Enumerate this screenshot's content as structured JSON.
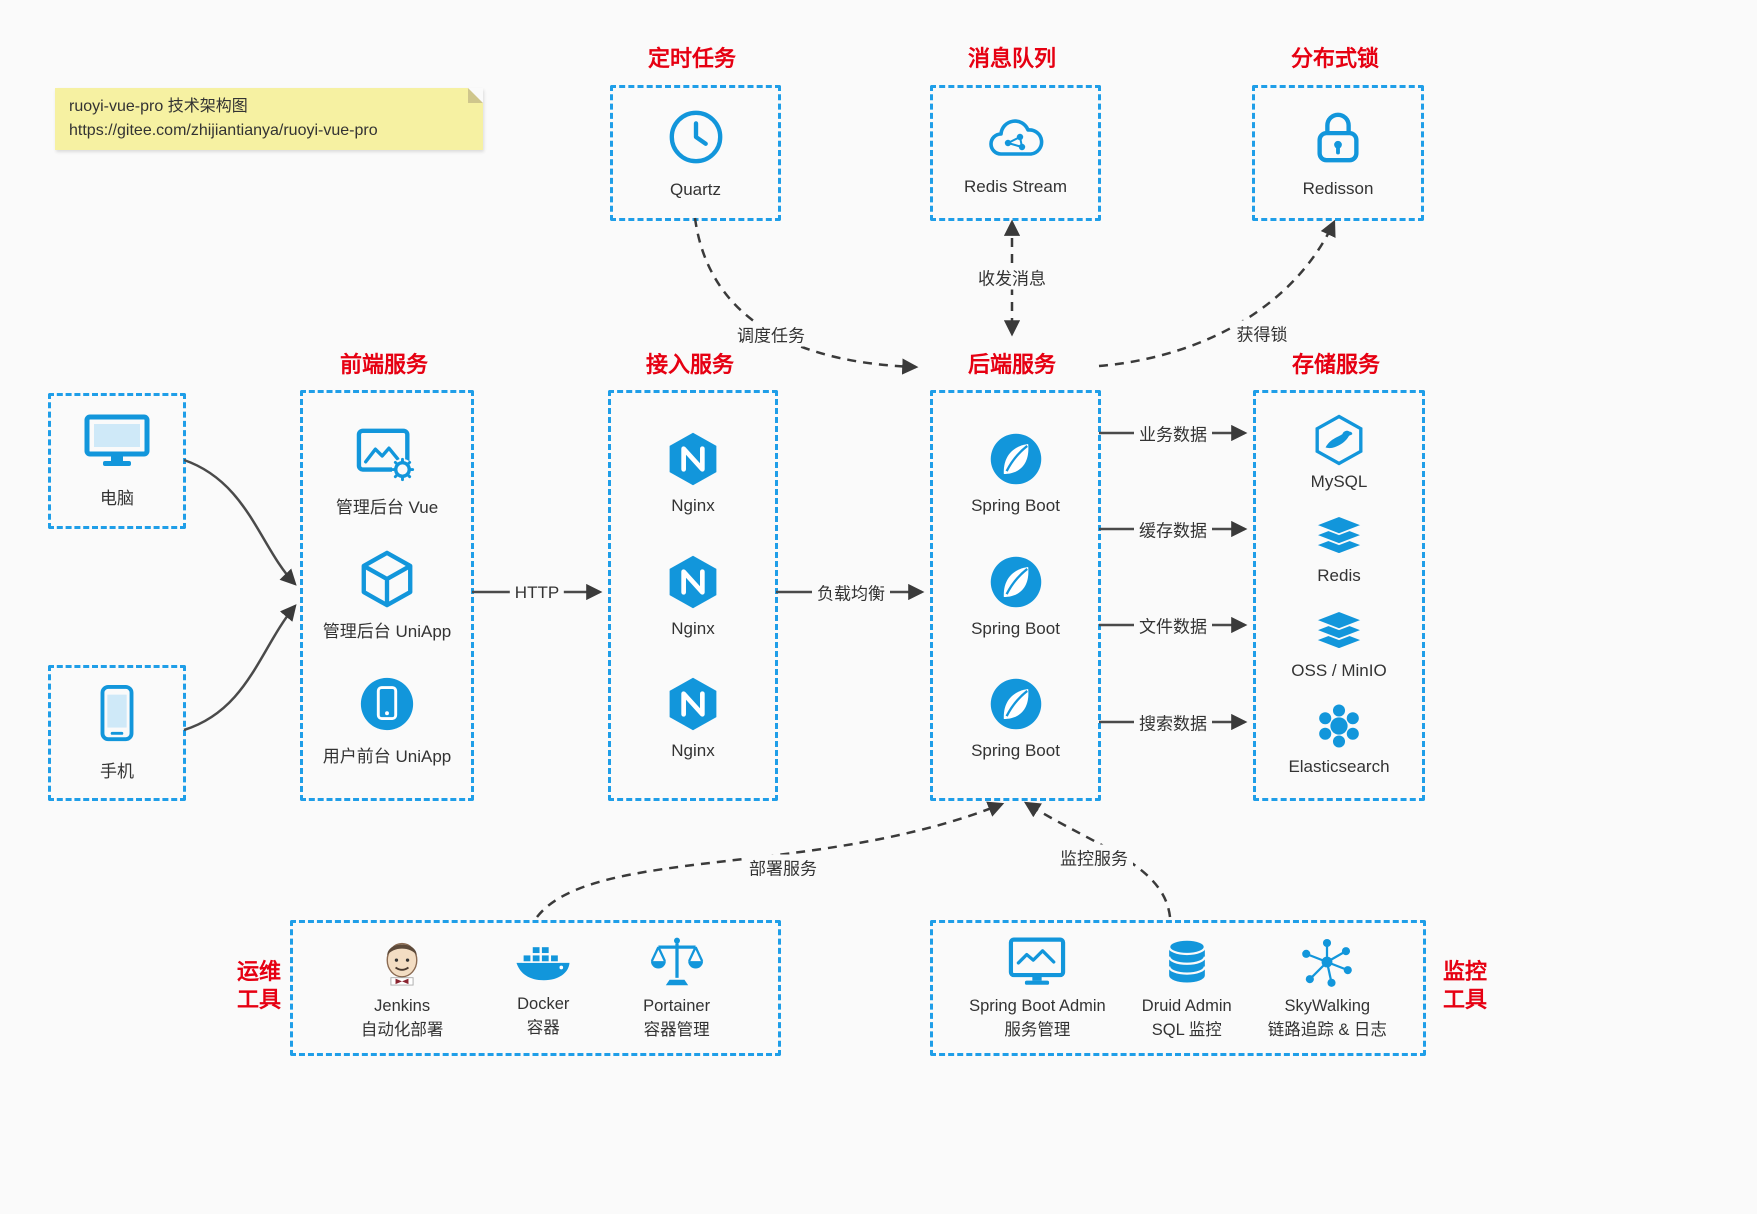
{
  "note": {
    "line1": "ruoyi-vue-pro 技术架构图",
    "line2": "https://gitee.com/zhijiantianya/ruoyi-vue-pro"
  },
  "colors": {
    "accent_blue": "#1296db",
    "border_blue": "#1f9ee8",
    "title_red": "#e60012",
    "arrow_gray": "#3a3a3a",
    "note_yellow": "#f6f1a2"
  },
  "top_services": [
    {
      "title": "定时任务",
      "label": "Quartz",
      "icon": "clock-icon"
    },
    {
      "title": "消息队列",
      "label": "Redis Stream",
      "icon": "cloud-stream-icon"
    },
    {
      "title": "分布式锁",
      "label": "Redisson",
      "icon": "lock-icon"
    }
  ],
  "clients": [
    {
      "label": "电脑",
      "icon": "desktop-icon"
    },
    {
      "label": "手机",
      "icon": "phone-icon"
    }
  ],
  "groups": {
    "frontend": {
      "title": "前端服务",
      "items": [
        {
          "label": "管理后台 Vue",
          "icon": "vue-admin-icon"
        },
        {
          "label": "管理后台 UniApp",
          "icon": "uniapp-box-icon"
        },
        {
          "label": "用户前台 UniApp",
          "icon": "user-uniapp-icon"
        }
      ]
    },
    "gateway": {
      "title": "接入服务",
      "items": [
        {
          "label": "Nginx",
          "icon": "nginx-icon"
        },
        {
          "label": "Nginx",
          "icon": "nginx-icon"
        },
        {
          "label": "Nginx",
          "icon": "nginx-icon"
        }
      ]
    },
    "backend": {
      "title": "后端服务",
      "items": [
        {
          "label": "Spring Boot",
          "icon": "spring-icon"
        },
        {
          "label": "Spring Boot",
          "icon": "spring-icon"
        },
        {
          "label": "Spring Boot",
          "icon": "spring-icon"
        }
      ]
    },
    "storage": {
      "title": "存储服务",
      "items": [
        {
          "label": "MySQL",
          "icon": "mysql-icon"
        },
        {
          "label": "Redis",
          "icon": "redis-stack-icon"
        },
        {
          "label": "OSS / MinIO",
          "icon": "oss-stack-icon"
        },
        {
          "label": "Elasticsearch",
          "icon": "elasticsearch-icon"
        }
      ]
    }
  },
  "edges": {
    "http": "HTTP",
    "load_balance": "负载均衡",
    "schedule": "调度任务",
    "messages": "收发消息",
    "lock": "获得锁",
    "deploy": "部署服务",
    "monitor": "监控服务",
    "business": "业务数据",
    "cache": "缓存数据",
    "file": "文件数据",
    "search": "搜索数据"
  },
  "ops_tools": {
    "side_line1": "运维",
    "side_line2": "工具",
    "items": [
      {
        "name": "Jenkins",
        "desc": "自动化部署",
        "icon": "jenkins-icon"
      },
      {
        "name": "Docker",
        "desc": "容器",
        "icon": "docker-icon"
      },
      {
        "name": "Portainer",
        "desc": "容器管理",
        "icon": "portainer-icon"
      }
    ]
  },
  "monitor_tools": {
    "side_line1": "监控",
    "side_line2": "工具",
    "items": [
      {
        "name": "Spring Boot Admin",
        "desc": "服务管理",
        "icon": "admin-monitor-icon"
      },
      {
        "name": "Druid Admin",
        "desc": "SQL 监控",
        "icon": "druid-db-icon"
      },
      {
        "name": "SkyWalking",
        "desc": "链路追踪 & 日志",
        "icon": "skywalking-icon"
      }
    ]
  }
}
